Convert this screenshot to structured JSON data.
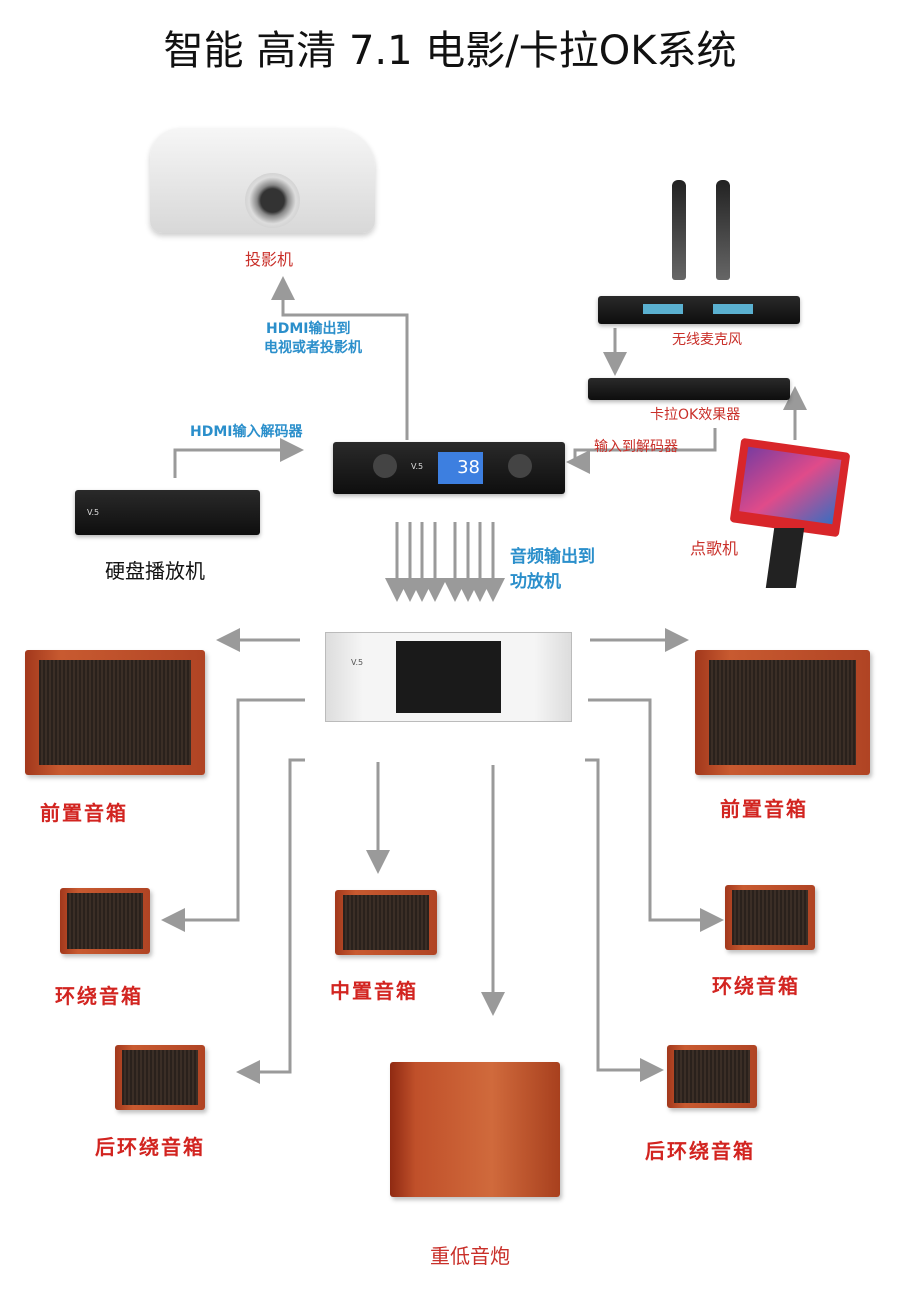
{
  "title": "智能 高清 7.1 电影/卡拉OK系统",
  "devices": {
    "projector": "投影机",
    "wireless_mic": "无线麦克风",
    "karaoke_effect": "卡拉OK效果器",
    "song_machine": "点歌机",
    "hdd_player": "硬盘播放机",
    "front_left": "前置音箱",
    "front_right": "前置音箱",
    "surround_left": "环绕音箱",
    "surround_right": "环绕音箱",
    "center": "中置音箱",
    "rear_left": "后环绕音箱",
    "rear_right": "后环绕音箱",
    "subwoofer": "重低音炮"
  },
  "connections": {
    "hdmi_out_line1": "HDMI输出到",
    "hdmi_out_line2": "电视或者投影机",
    "hdmi_in": "HDMI输入解码器",
    "to_decoder": "输入到解码器",
    "audio_out_line1": "音频输出到",
    "audio_out_line2": "功放机"
  },
  "decoder_display": "38",
  "brand": "V.5"
}
